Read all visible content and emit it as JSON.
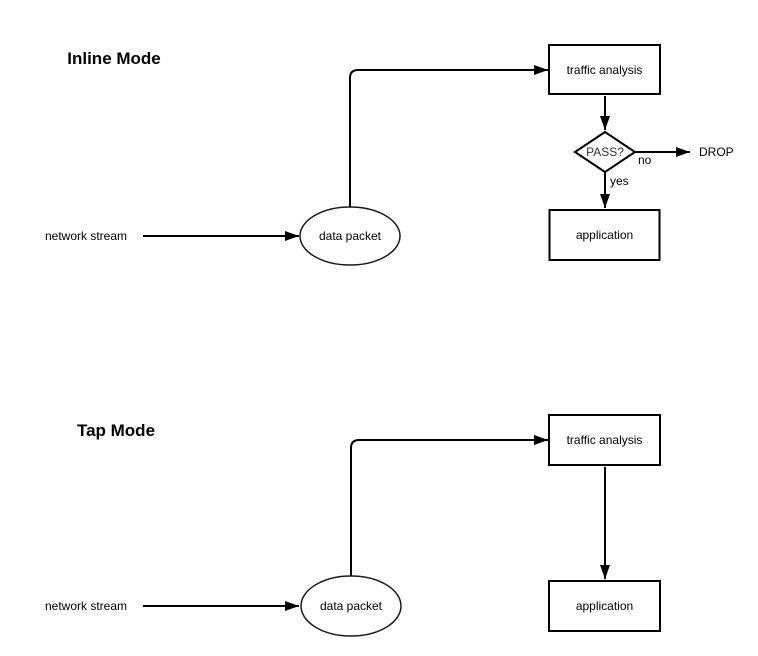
{
  "colors": {
    "background": "#ffffff",
    "shape_stroke": "#000000",
    "shape_fill": "#ffffff",
    "text": "#000000",
    "decision_text": "#333333"
  },
  "inline_mode": {
    "title": "Inline Mode",
    "network_stream_label": "network stream",
    "data_packet_label": "data packet",
    "traffic_analysis_label": "traffic analysis",
    "decision_label": "PASS?",
    "no_label": "no",
    "drop_label": "DROP",
    "yes_label": "yes",
    "application_label": "application"
  },
  "tap_mode": {
    "title": "Tap Mode",
    "network_stream_label": "network stream",
    "data_packet_label": "data packet",
    "traffic_analysis_label": "traffic analysis",
    "application_label": "application"
  }
}
